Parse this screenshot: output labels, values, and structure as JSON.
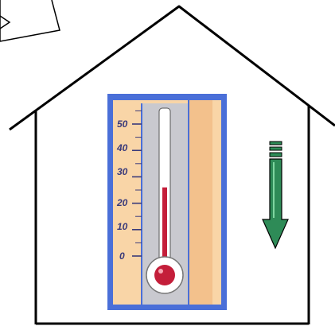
{
  "scene": {
    "house": {
      "color": "#000000"
    },
    "thermometer": {
      "scale_labels": [
        "50",
        "40",
        "30",
        "20",
        "10",
        "0"
      ],
      "reading": 26,
      "range": [
        0,
        55
      ],
      "colors": {
        "frame": "#4a6fd8",
        "panel": "#f9d5a7",
        "tube": "#ffffff",
        "liquid": "#c41e3a",
        "bulb": "#c41e3a"
      }
    },
    "arrow": {
      "direction": "down",
      "color": "#2e8b57"
    }
  }
}
